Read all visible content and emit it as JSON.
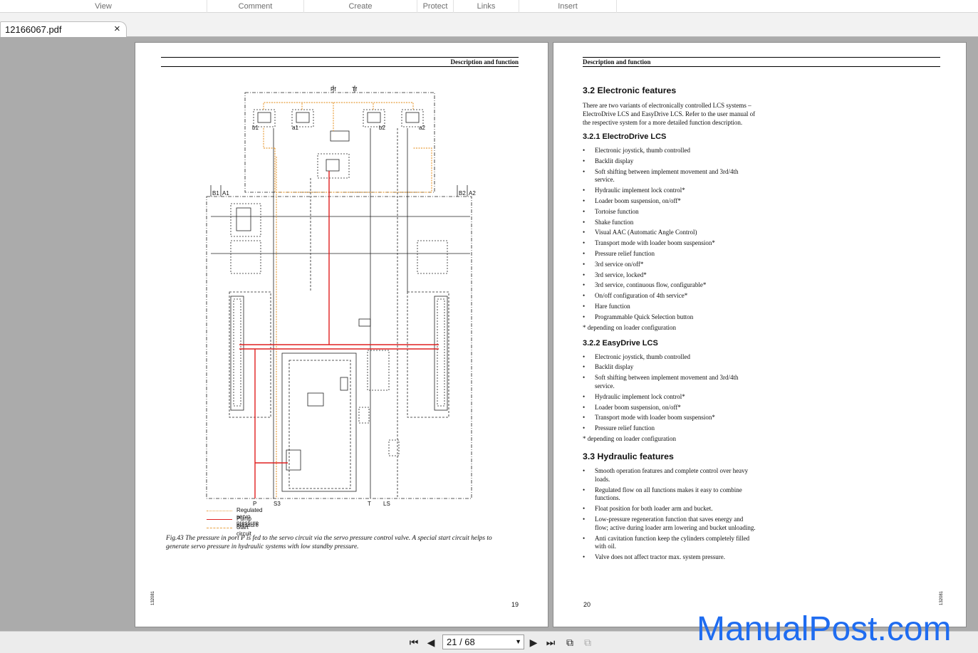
{
  "menu": {
    "items": [
      {
        "label": "View"
      },
      {
        "label": "Comment"
      },
      {
        "label": "Create"
      },
      {
        "label": "Protect"
      },
      {
        "label": "Links"
      },
      {
        "label": "Insert"
      }
    ]
  },
  "tab": {
    "title": "12166067.pdf",
    "close": "×"
  },
  "left_page": {
    "header": "Description and function",
    "diagram_labels": {
      "pf": "Pf",
      "tf": "Tf",
      "b1": "b1",
      "a1": "a1",
      "b2": "b2",
      "a2": "a2",
      "B1": "B1",
      "A1": "A1",
      "B2": "B2",
      "A2": "A2",
      "P": "P",
      "S3": "S3",
      "T": "T",
      "LS": "LS"
    },
    "legend": [
      {
        "label": "Regulated servo pressure",
        "color": "#e8a040",
        "style": "dotted"
      },
      {
        "label": "Pump pressure",
        "color": "#e02020",
        "style": "solid"
      },
      {
        "label": "Start circuit",
        "color": "#e8a040",
        "style": "dashed"
      }
    ],
    "caption": "Fig.43  The pressure in port P is fed to the servo circuit via the servo pressure control valve. A special start circuit helps to generate servo pressure in hydraulic systems with low standby pressure.",
    "page_number": "19",
    "doc_code": "132081"
  },
  "right_page": {
    "header": "Description and function",
    "section_32": "3.2 Electronic features",
    "intro": "There are two variants of electronically controlled LCS systems – ElectroDrive LCS and EasyDrive LCS. Refer to the user manual of the respective system for a more detailed function description.",
    "section_321": "3.2.1 ElectroDrive LCS",
    "electrodrive": [
      "Electronic joystick, thumb controlled",
      "Backlit display",
      "Soft shifting between implement movement and 3rd/4th service.",
      "Hydraulic implement lock control*",
      "Loader boom suspension, on/off*",
      "Tortoise function",
      "Shake function",
      "Visual AAC (Automatic Angle Control)",
      "Transport mode with loader boom suspension*",
      "Pressure relief function",
      "3rd service on/off*",
      "3rd service, locked*",
      "3rd service, continuous flow, configurable*",
      "On/off configuration of 4th service*",
      "Hare function",
      "Programmable Quick Selection button"
    ],
    "note1": "* depending on loader configuration",
    "section_322": "3.2.2 EasyDrive LCS",
    "easydrive": [
      "Electronic joystick, thumb controlled",
      "Backlit display",
      "Soft shifting between implement movement and 3rd/4th service.",
      "Hydraulic implement lock control*",
      "Loader boom suspension, on/off*",
      "Transport mode with loader boom suspension*",
      "Pressure relief function"
    ],
    "note2": "* depending on loader configuration",
    "section_33": "3.3 Hydraulic features",
    "hydraulic": [
      "Smooth operation features and complete control over heavy loads.",
      "Regulated flow on all functions makes it easy to combine functions.",
      "Float position for both loader arm and bucket.",
      "Low-pressure regeneration function that saves energy and flow; active during loader arm lowering and bucket unloading.",
      "Anti cavitation function keep the cylinders completely filled with oil.",
      "Valve does not affect tractor max. system pressure."
    ],
    "page_number": "20",
    "doc_code": "132081"
  },
  "statusbar": {
    "first_icon": "first-page-icon",
    "prev_icon": "previous-page-icon",
    "page_indicator": "21 / 68",
    "next_icon": "next-page-icon",
    "last_icon": "last-page-icon"
  },
  "watermark": "ManualPost.com"
}
